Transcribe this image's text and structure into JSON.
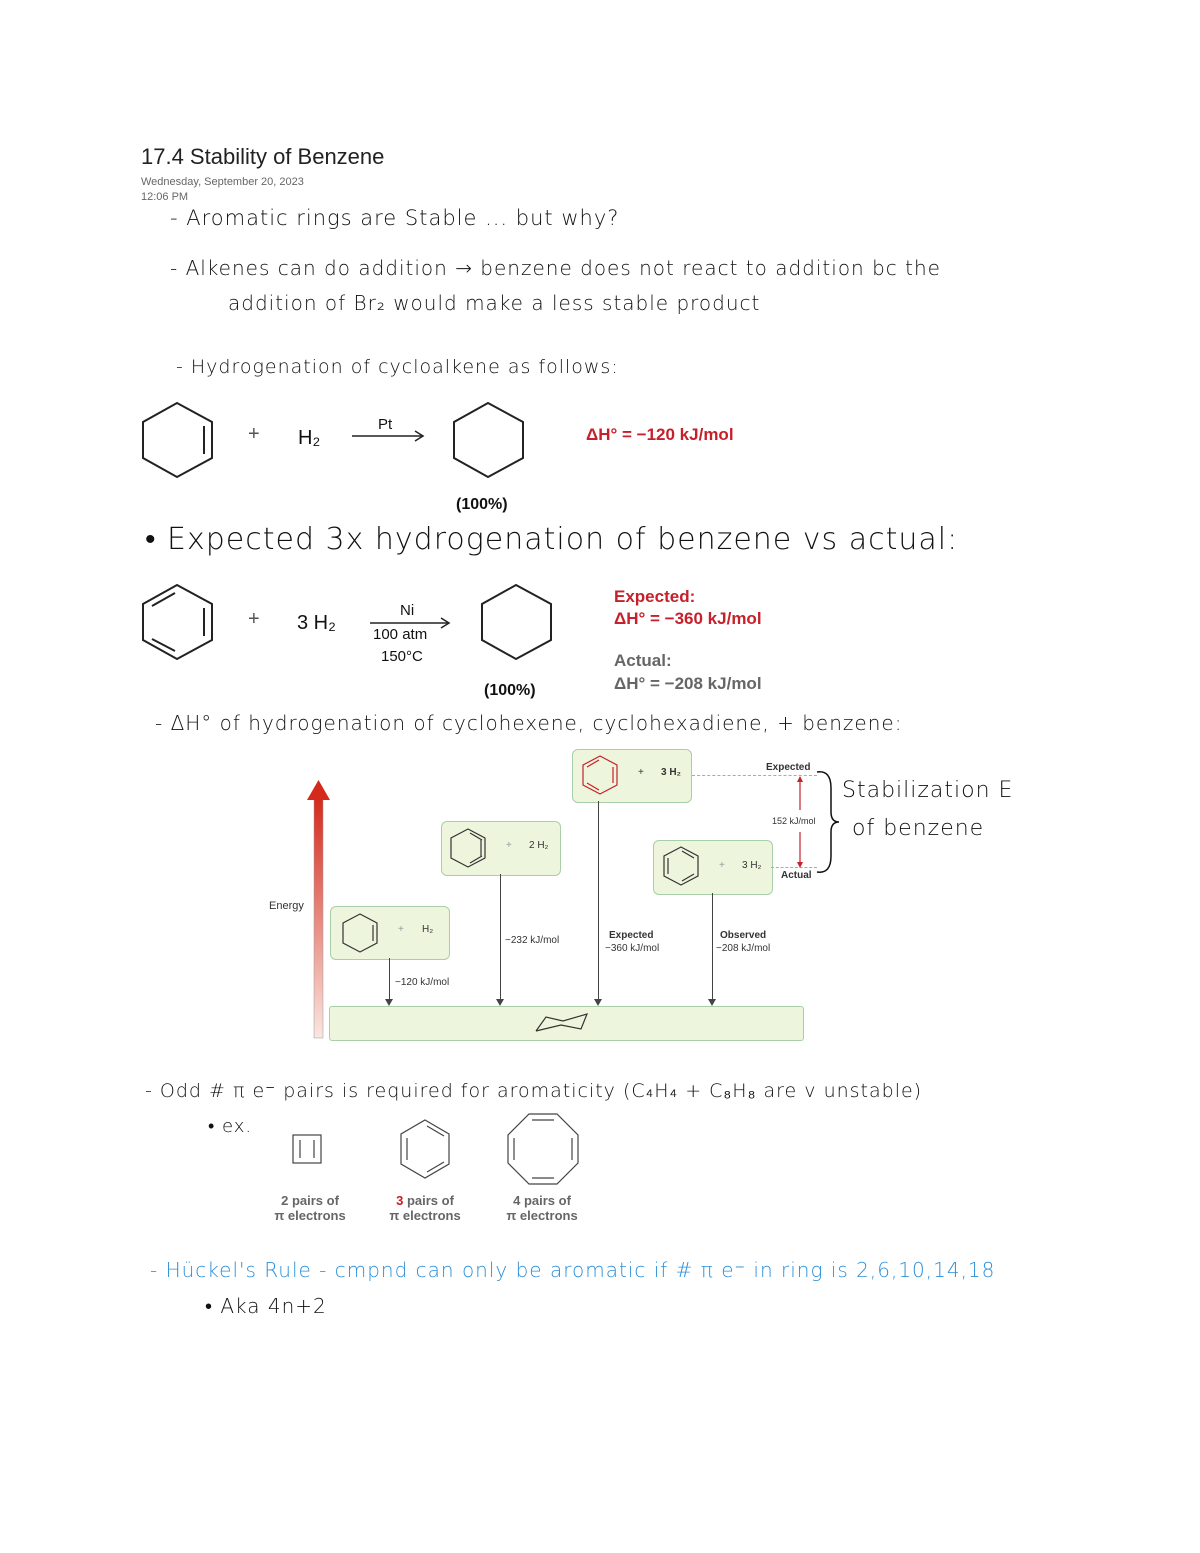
{
  "header": {
    "title": "17.4 Stability of Benzene",
    "date": "Wednesday, September 20, 2023",
    "time": "12:06 PM"
  },
  "notes": [
    "- Aromatic rings are Stable ... but why?",
    "- Alkenes can do addition → benzene does not react to addition bc the",
    "addition of Br₂ would make a less stable product",
    "- Hydrogenation of cycloalkene as follows:",
    "• Expected 3x hydrogenation of benzene vs actual:",
    "- ΔH° of hydrogenation of cyclohexene, cyclohexadiene, + benzene:",
    "- Odd # π e⁻ pairs is required for aromaticity (C₄H₄ + C₈H₈ are v unstable)",
    "• ex.",
    "- Hückel's Rule - cmpnd can only be aromatic if # π e⁻ in ring is 2,6,10,14,18",
    "• Aka 4n+2"
  ],
  "reaction1": {
    "plus": "+",
    "reagent": "H₂",
    "catalyst": "Pt",
    "yield": "(100%)",
    "dh": "ΔH° = −120 kJ/mol"
  },
  "reaction2": {
    "plus": "+",
    "reagent": "3 H₂",
    "catalyst": "Ni",
    "pressure": "100 atm",
    "temperature": "150°C",
    "yield": "(100%)",
    "expected_label": "Expected:",
    "expected_dh": "ΔH° = −360 kJ/mol",
    "actual_label": "Actual:",
    "actual_dh": "ΔH° = −208 kJ/mol"
  },
  "diagram": {
    "axis_label": "Energy",
    "box1": {
      "plus": "+",
      "reagent": "H₂",
      "dh": "−120 kJ/mol"
    },
    "box2": {
      "plus": "+",
      "reagent": "2 H₂",
      "dh": "−232 kJ/mol"
    },
    "box3": {
      "plus": "+",
      "reagent": "3 H₂",
      "label": "Expected",
      "dh": "−360 kJ/mol"
    },
    "box4": {
      "plus": "+",
      "reagent": "3 H₂",
      "label": "Observed",
      "dh": "−208 kJ/mol"
    },
    "expected_tag": "Expected",
    "actual_tag": "Actual",
    "difference": "152 kJ/mol",
    "annotation_line1": "Stabilization E",
    "annotation_line2": "of benzene"
  },
  "examples": [
    {
      "count": "2",
      "rest": " pairs of",
      "line2": "π electrons",
      "highlight": false
    },
    {
      "count": "3",
      "rest": " pairs of",
      "line2": "π electrons",
      "highlight": true
    },
    {
      "count": "4",
      "rest": " pairs of",
      "line2": "π electrons",
      "highlight": false
    }
  ]
}
